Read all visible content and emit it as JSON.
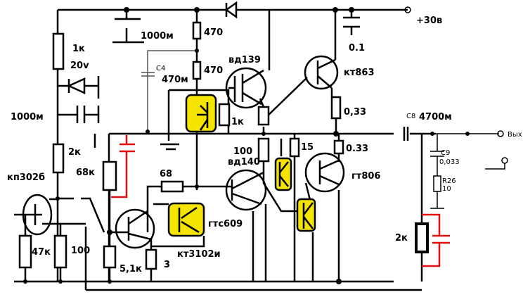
{
  "supply": {
    "label": "+30в"
  },
  "output": {
    "label": "Вых",
    "cap_name": "C8",
    "cap_value": "4700м"
  },
  "components": {
    "r_1k_top": "1к",
    "zener_voltage": "20v",
    "cap_1000_left": "1000м",
    "cap_1000_top": "1000м",
    "r_470_a": "470",
    "r_470_b": "470",
    "c4_name": "C4",
    "c4_value": "470м",
    "q_vd139": "вд139",
    "q_kt863": "кт863",
    "cap_01": "0.1",
    "r_1k_mid": "1к",
    "r_033_a": "0,33",
    "r_2k_left": "2к",
    "q_kp302": "кп302б",
    "r_68k": "68к",
    "r_68": "68",
    "r_100_mid": "100",
    "q_vd140": "вд140",
    "r_15": "15",
    "r_033_b": "0.33",
    "q_gt806": "гт806",
    "q_gts609": "гтс609",
    "q_kt3102": "кт3102и",
    "r_47k": "47к",
    "r_100_left": "100",
    "r_51k": "5,1к",
    "r_3": "3",
    "c9_name": "C9",
    "c9_value": "0,033",
    "r26_name": "R26",
    "r26_value": "10",
    "r_2k_out": "2к"
  },
  "colors": {
    "highlight": "#f5e400",
    "added_parts": "#e01010"
  }
}
